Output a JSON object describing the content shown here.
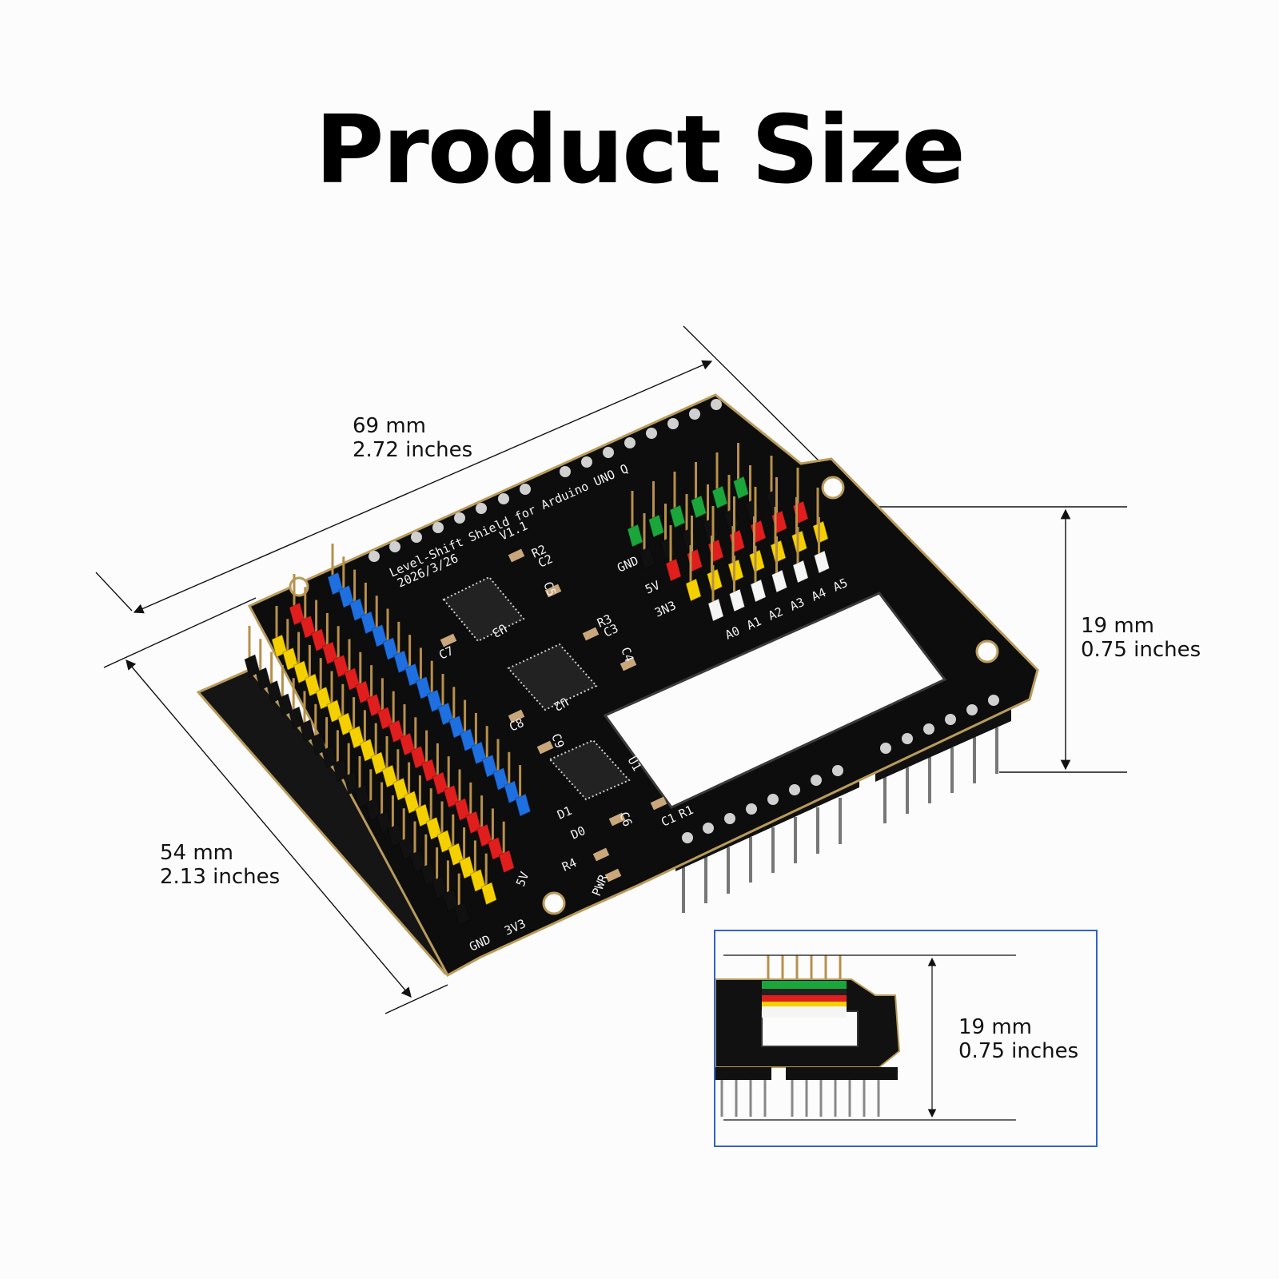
{
  "title": "Product Size",
  "dimensions": {
    "length": {
      "mm": "69 mm",
      "inches": "2.72 inches"
    },
    "width": {
      "mm": "54 mm",
      "inches": "2.13 inches"
    },
    "height": {
      "mm": "19 mm",
      "inches": "0.75 inches"
    },
    "inset_height": {
      "mm": "19 mm",
      "inches": "0.75 inches"
    }
  },
  "board": {
    "silkscreen_title": "Level-Shift Shield for Arduino UNO Q",
    "version": "V1.1",
    "date": "2026/3/26",
    "power_labels": [
      "GND",
      "5V",
      "3N3"
    ],
    "analog_labels": [
      "A0",
      "A1",
      "A2",
      "A3",
      "A4",
      "A5"
    ],
    "left_header_labels": [
      "GND",
      "3V3",
      "5V"
    ],
    "component_labels": [
      "U1",
      "U2",
      "U3",
      "C2",
      "C3",
      "C4",
      "C5",
      "C6",
      "C7",
      "C8",
      "C9",
      "C1",
      "R1",
      "R2",
      "R3",
      "R4",
      "D0",
      "D1",
      "PWR"
    ]
  },
  "colors": {
    "background": "#fcfcfc",
    "pcb": "#0d0d0d",
    "pcb_edge": "#b99b5c",
    "header_red": "#e01e1e",
    "header_yellow": "#f5d000",
    "header_blue": "#1e6fe0",
    "header_green": "#1aa63a",
    "header_white": "#f5f5f5",
    "inset_border": "#2f63c8"
  }
}
